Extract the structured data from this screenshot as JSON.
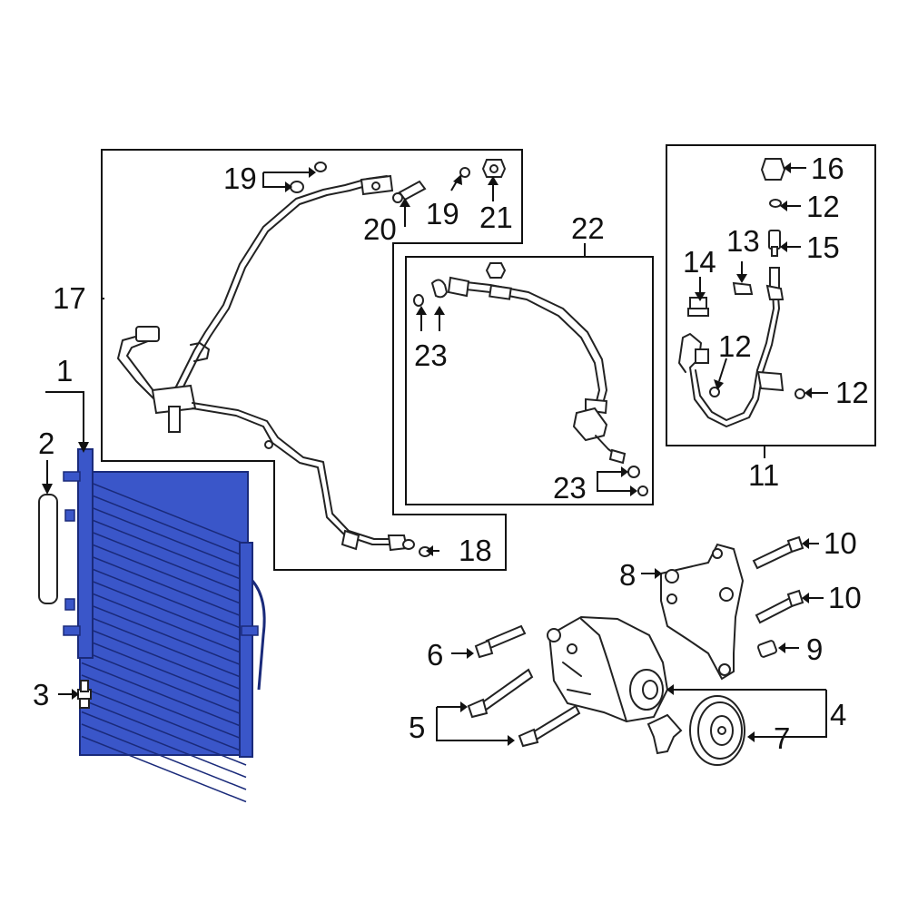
{
  "diagram": {
    "highlight_color": "#3a56c9",
    "line_color": "#111111",
    "callouts": {
      "c1": "1",
      "c2": "2",
      "c3": "3",
      "c4": "4",
      "c5": "5",
      "c6": "6",
      "c7": "7",
      "c8": "8",
      "c9": "9",
      "c10a": "10",
      "c10b": "10",
      "c11": "11",
      "c12a": "12",
      "c12b": "12",
      "c12c": "12",
      "c13": "13",
      "c14": "14",
      "c15": "15",
      "c16": "16",
      "c17": "17",
      "c18": "18",
      "c19a": "19",
      "c19b": "19",
      "c20": "20",
      "c21": "21",
      "c22": "22",
      "c23a": "23",
      "c23b": "23"
    }
  }
}
